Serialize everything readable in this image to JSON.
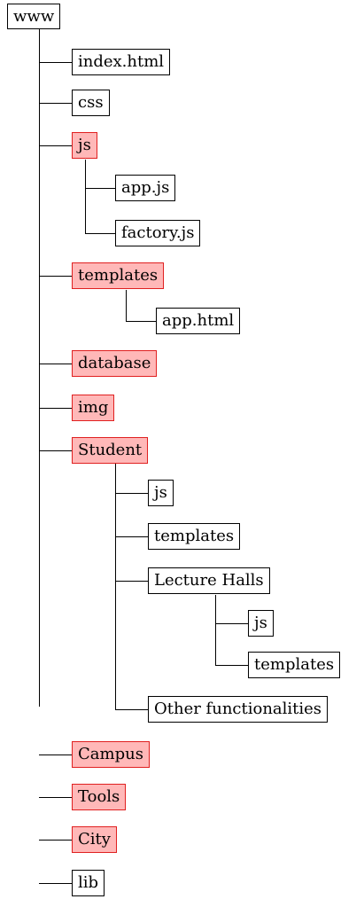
{
  "tree": {
    "root": "www",
    "nodes": [
      {
        "id": "index-html",
        "label": "index.html",
        "highlight": false
      },
      {
        "id": "css",
        "label": "css",
        "highlight": false
      },
      {
        "id": "js",
        "label": "js",
        "highlight": true
      },
      {
        "id": "app-js",
        "label": "app.js",
        "highlight": false
      },
      {
        "id": "factory-js",
        "label": "factory.js",
        "highlight": false
      },
      {
        "id": "templates",
        "label": "templates",
        "highlight": true
      },
      {
        "id": "app-html",
        "label": "app.html",
        "highlight": false
      },
      {
        "id": "database",
        "label": "database",
        "highlight": true
      },
      {
        "id": "img",
        "label": "img",
        "highlight": true
      },
      {
        "id": "student",
        "label": "Student",
        "highlight": true
      },
      {
        "id": "student-js",
        "label": "js",
        "highlight": false
      },
      {
        "id": "student-templates",
        "label": "templates",
        "highlight": false
      },
      {
        "id": "lecture-halls",
        "label": "Lecture Halls",
        "highlight": false
      },
      {
        "id": "lecture-halls-js",
        "label": "js",
        "highlight": false
      },
      {
        "id": "lecture-halls-templates",
        "label": "templates",
        "highlight": false
      },
      {
        "id": "other-functionalities",
        "label": "Other functionalities",
        "highlight": false
      },
      {
        "id": "campus",
        "label": "Campus",
        "highlight": true
      },
      {
        "id": "tools",
        "label": "Tools",
        "highlight": true
      },
      {
        "id": "city",
        "label": "City",
        "highlight": true
      },
      {
        "id": "lib",
        "label": "lib",
        "highlight": false
      }
    ]
  },
  "colors": {
    "highlight_fill": "#ffb8b8",
    "highlight_border": "#e02020",
    "line": "#000000"
  }
}
